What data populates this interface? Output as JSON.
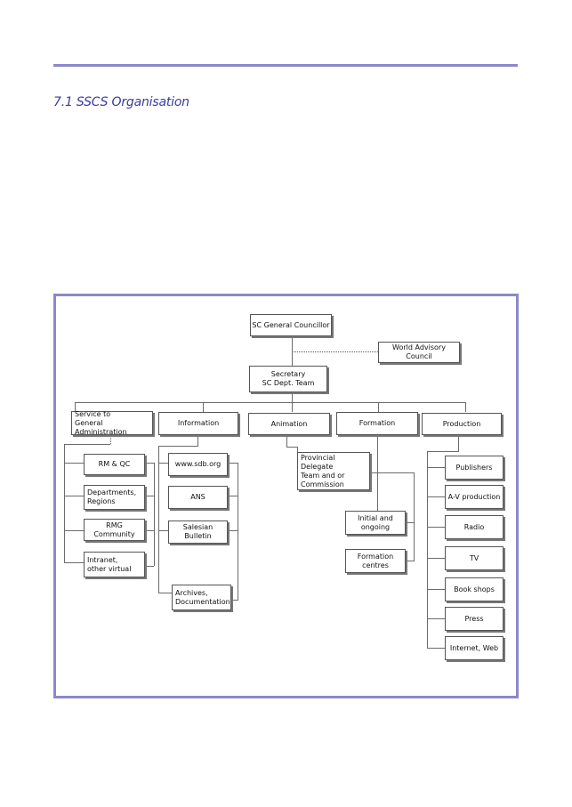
{
  "page": {
    "section_title": "7.1 SSCS Organisation"
  },
  "chart": {
    "general_councillor": "SC General Councillor",
    "advisory_council": "World Advisory Council",
    "secretary": "Secretary\nSC Dept. Team",
    "departments": {
      "service": "Service to\nGeneral Administration",
      "information": "Information",
      "animation": "Animation",
      "formation": "Formation",
      "production": "Production"
    },
    "service_items": [
      "RM & QC",
      "Departments,\nRegions",
      "RMG Community",
      "Intranet,\nother virtual"
    ],
    "information_items": [
      "www.sdb.org",
      "ANS",
      "Salesian Bulletin",
      "Archives,\nDocumentation"
    ],
    "animation_items": [
      "Provincial Delegate\nTeam and or\nCommission"
    ],
    "formation_items": [
      "Initial and\nongoing",
      "Formation\ncentres"
    ],
    "production_items": [
      "Publishers",
      "A-V production",
      "Radio",
      "TV",
      "Book shops",
      "Press",
      "Internet, Web"
    ]
  }
}
